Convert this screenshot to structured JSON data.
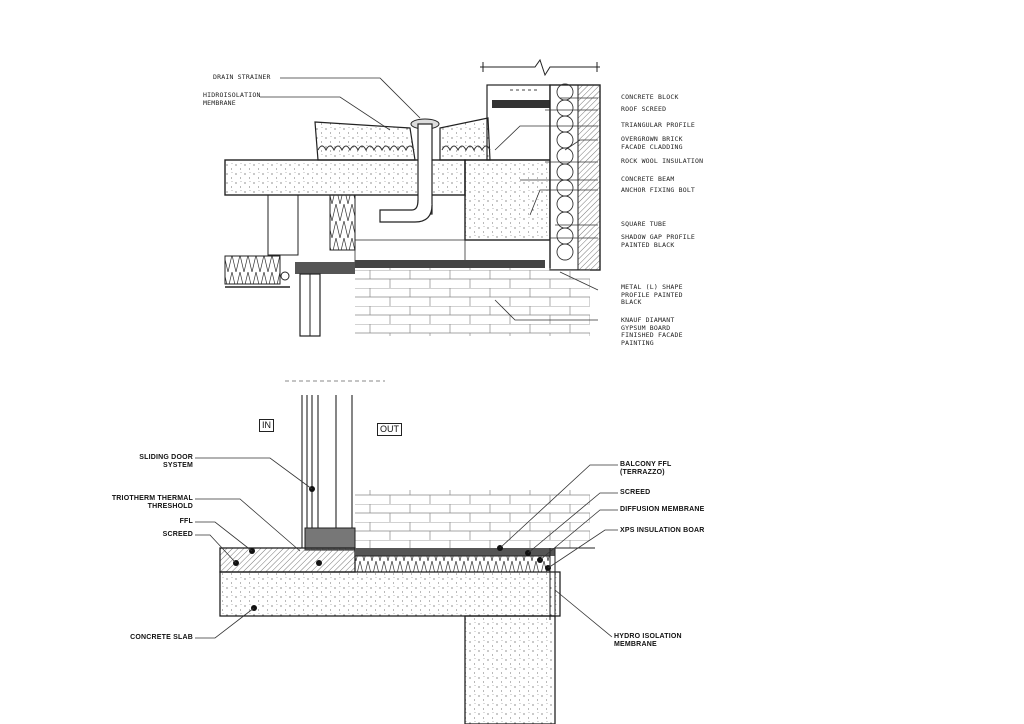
{
  "top_detail": {
    "labels_left": [
      "Drain strainer",
      "Hidroisolation membrane"
    ],
    "labels_right": [
      "Concrete block",
      "Roof screed",
      "Triangular profile",
      "Overgrown brick facade cladding",
      "Rock wool insulation",
      "Concrete beam",
      "Anchor fixing bolt",
      "Square tube",
      "Shadow gap profile painted black",
      "Metal (L) shape profile painted black",
      "Knauf diamant gypsum board finished facade painting"
    ]
  },
  "bottom_detail": {
    "in_label": "IN",
    "out_label": "OUT",
    "labels_left": [
      "Sliding door system",
      "Triotherm thermal threshold",
      "FFL",
      "Screed",
      "Concrete slab"
    ],
    "labels_right": [
      "Balcony FFL (Terrazzo)",
      "Screed",
      "Diffusion membrane",
      "XPS insulation boar",
      "Hydro isolation membrane"
    ]
  }
}
